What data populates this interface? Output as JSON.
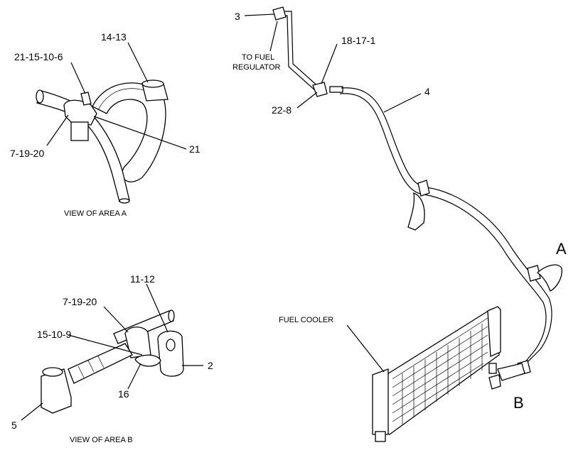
{
  "callouts": {
    "view_a": {
      "c_14_13": "14-13",
      "c_21_15_10_6": "21-15-10-6",
      "c_7_19_20": "7-19-20",
      "c_21": "21",
      "caption": "VIEW OF AREA  A"
    },
    "view_b": {
      "c_11_12": "11-12",
      "c_7_19_20": "7-19-20",
      "c_15_10_9": "15-10-9",
      "c_2": "2",
      "c_16": "16",
      "c_5": "5",
      "caption": "VIEW OF AREA  B"
    },
    "main": {
      "c_3": "3",
      "to_fuel": "TO FUEL",
      "regulator": "REGULATOR",
      "c_18_17_1": "18-17-1",
      "c_22_8": "22-8",
      "c_4": "4",
      "area_a": "A",
      "area_b": "B",
      "fuel_cooler": "FUEL COOLER"
    }
  }
}
